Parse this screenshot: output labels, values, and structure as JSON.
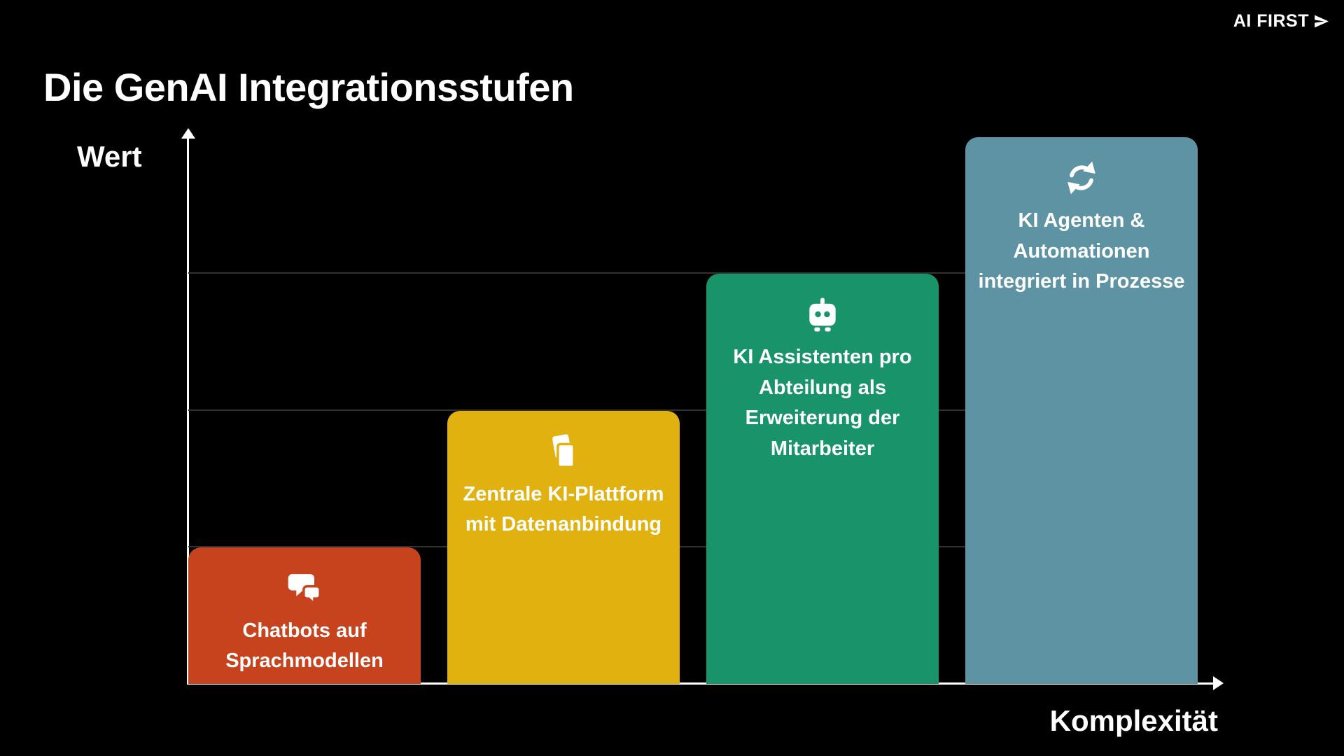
{
  "brand": {
    "logo_text": "AI FIRST",
    "logo_icon": "paper-plane-icon"
  },
  "title": "Die GenAI Integrationsstufen",
  "axes": {
    "y_label": "Wert",
    "x_label": "Komplexität"
  },
  "chart_data": {
    "type": "bar",
    "title": "Die GenAI Integrationsstufen",
    "xlabel": "Komplexität",
    "ylabel": "Wert",
    "categories": [
      "Chatbots auf Sprachmodellen",
      "Zentrale KI-Plattform mit Datenanbindung",
      "KI Assistenten pro Abteilung als Erweiterung der Mitarbeiter",
      "KI Agenten & Automationen integriert in Prozesse"
    ],
    "values": [
      25,
      50,
      75,
      100
    ],
    "ylim": [
      0,
      100
    ],
    "colors": [
      "#C7431D",
      "#E1B20F",
      "#18936A",
      "#5E93A4"
    ],
    "icons": [
      "chat-bubbles-icon",
      "documents-icon",
      "robot-icon",
      "sync-arrows-icon"
    ],
    "grid": true,
    "gridline_levels": [
      25,
      50,
      75
    ],
    "legend": false,
    "background": "#000000",
    "text_color": "#FFFFFF"
  }
}
